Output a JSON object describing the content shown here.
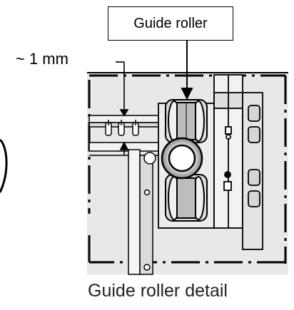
{
  "callout": {
    "label": "Guide roller"
  },
  "dimension": {
    "label": "~ 1 mm"
  },
  "caption": {
    "text": "Guide roller detail"
  },
  "colors": {
    "line": "#000000",
    "fill_light": "#e6e6e6",
    "fill_mid": "#c8c8c8",
    "background": "#ffffff"
  }
}
